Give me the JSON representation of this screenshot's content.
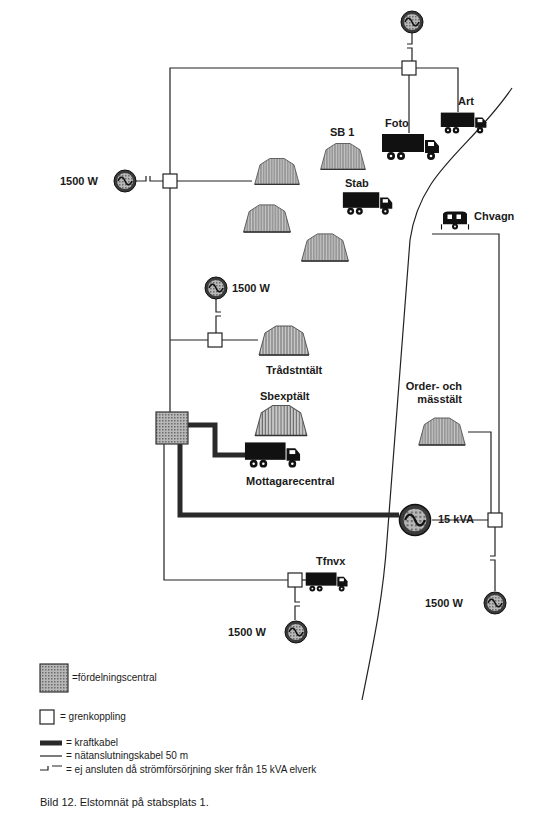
{
  "diagram": {
    "caption": "Bild 12. Elstomnät på stabsplats 1.",
    "labels": [
      "1500 W",
      "Art",
      "Foto",
      "SB 1",
      "Stab",
      "Chvagn",
      "1500 W",
      "Trådstntält",
      "Order- och mässtält",
      "Sbexptält",
      "Mottagarecentral",
      "15 kVA",
      "Tfnvx",
      "1500 W",
      "1500 W"
    ],
    "legend": [
      {
        "text": "=fördelningscentral"
      },
      {
        "text": "= grenkoppling"
      },
      {
        "text": "= kraftkabel"
      },
      {
        "text": "= nätanslutningskabel 50 m"
      },
      {
        "text": "= ej ansluten då strömförsörjning sker från 15 kVA elverk"
      }
    ]
  }
}
